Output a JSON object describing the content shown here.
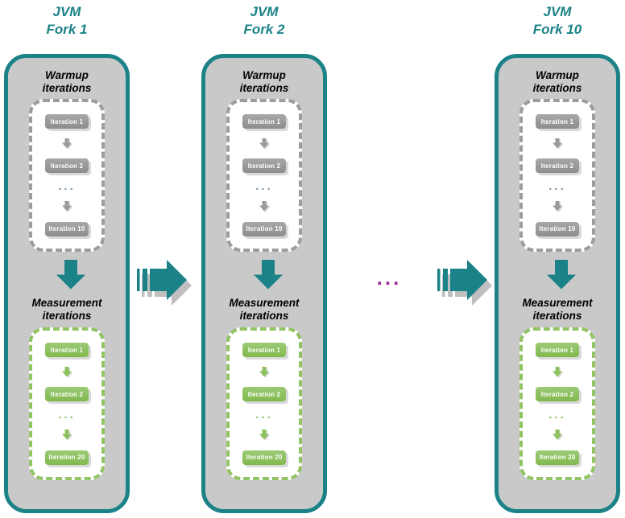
{
  "colors": {
    "teal": "#1b8287",
    "column_fill": "#c9c9c9",
    "warmup_box_border": "#9d9d9d",
    "warmup_item_fill": "#979797",
    "measurement_box_border": "#92c463",
    "measurement_item_fill": "#8cc05c",
    "fork_ellipsis_color": "#9733a0",
    "warmup_ellipsis_color": "#8096ab",
    "measurement_ellipsis_color": "#85bd71"
  },
  "forks": [
    {
      "title_line1": "JVM",
      "title_line2": "Fork 1",
      "warmup": {
        "label_line1": "Warmup",
        "label_line2": "iterations",
        "iterations": [
          "Iteration 1",
          "Iteration 2",
          "...",
          "Iteration 10"
        ]
      },
      "measurement": {
        "label_line1": "Measurement",
        "label_line2": "iterations",
        "iterations": [
          "Iteration 1",
          "Iteration 2",
          "...",
          "Iteration 20"
        ]
      }
    },
    {
      "title_line1": "JVM",
      "title_line2": "Fork 2",
      "warmup": {
        "label_line1": "Warmup",
        "label_line2": "iterations",
        "iterations": [
          "Iteration 1",
          "Iteration 2",
          "...",
          "Iteration 10"
        ]
      },
      "measurement": {
        "label_line1": "Measurement",
        "label_line2": "iterations",
        "iterations": [
          "Iteration 1",
          "Iteration 2",
          "...",
          "Iteration 20"
        ]
      }
    },
    {
      "title_line1": "JVM",
      "title_line2": "Fork 10",
      "warmup": {
        "label_line1": "Warmup",
        "label_line2": "iterations",
        "iterations": [
          "Iteration 1",
          "Iteration 2",
          "...",
          "Iteration 10"
        ]
      },
      "measurement": {
        "label_line1": "Measurement",
        "label_line2": "iterations",
        "iterations": [
          "Iteration 1",
          "Iteration 2",
          "...",
          "Iteration 20"
        ]
      }
    }
  ],
  "connectors": {
    "ellipsis": "..."
  }
}
